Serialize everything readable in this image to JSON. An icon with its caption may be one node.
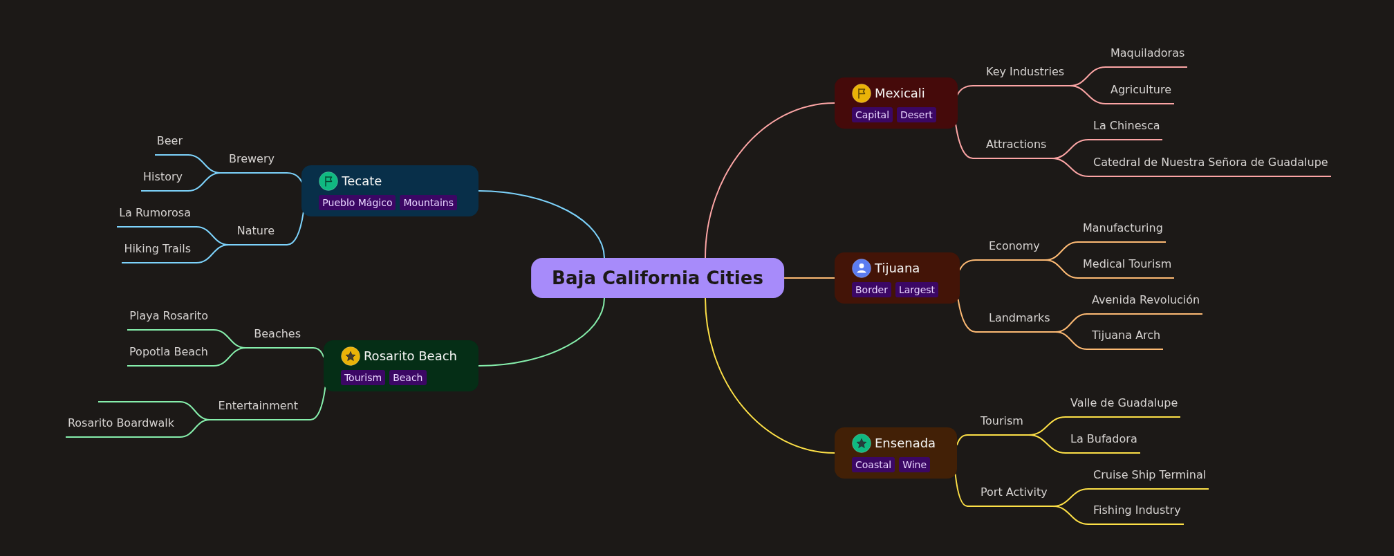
{
  "diagram": {
    "nodes": [
      {
        "text": [
          "Baja California Cities"
        ]
      },
      {
        "text": [
          "Mexicali"
        ]
      },
      {
        "text": [
          "Capital"
        ],
        "in": 1
      },
      {
        "text": [
          "Desert"
        ],
        "in": 1
      },
      {
        "text": [
          "Key Industries"
        ]
      },
      {
        "text": [
          "Maquiladoras"
        ]
      },
      {
        "text": [
          "Agriculture"
        ]
      },
      {
        "text": [
          "Attractions"
        ]
      },
      {
        "text": [
          "La Chinesca"
        ]
      },
      {
        "text": [
          "Catedral de Nuestra Señora de Guadalupe"
        ]
      },
      {
        "text": [
          "Tijuana"
        ]
      },
      {
        "text": [
          "Border"
        ],
        "in": 10
      },
      {
        "text": [
          "Largest"
        ],
        "in": 10
      },
      {
        "text": [
          "Economy"
        ]
      },
      {
        "text": [
          "Manufacturing"
        ]
      },
      {
        "text": [
          "Medical Tourism"
        ]
      },
      {
        "text": [
          "Landmarks"
        ]
      },
      {
        "text": [
          "Avenida Revolución"
        ]
      },
      {
        "text": [
          "Tijuana Arch"
        ]
      },
      {
        "text": [
          "Ensenada"
        ]
      },
      {
        "text": [
          "Coastal"
        ],
        "in": 19
      },
      {
        "text": [
          "Wine"
        ],
        "in": 19
      },
      {
        "text": [
          "Tourism"
        ]
      },
      {
        "text": [
          "Valle de Guadalupe"
        ]
      },
      {
        "text": [
          "La Bufadora"
        ]
      },
      {
        "text": [
          "Port Activity"
        ]
      },
      {
        "text": [
          "Cruise Ship Terminal"
        ]
      },
      {
        "text": [
          "Fishing Industry"
        ]
      },
      {
        "text": [
          "Tecate"
        ]
      },
      {
        "text": [
          "Pueblo Mágico"
        ],
        "in": 28
      },
      {
        "text": [
          "Mountains"
        ],
        "in": 28
      },
      {
        "text": [
          "Brewery"
        ]
      },
      {
        "text": [
          "Beer"
        ]
      },
      {
        "text": [
          "History"
        ]
      },
      {
        "text": [
          "Nature"
        ]
      },
      {
        "text": [
          "La Rumorosa"
        ]
      },
      {
        "text": [
          "Hiking Trails"
        ]
      },
      {
        "text": [
          "Rosarito Beach"
        ]
      },
      {
        "text": [
          "Tourism"
        ],
        "in": 37
      },
      {
        "text": [
          "Beach"
        ],
        "in": 37
      },
      {
        "text": [
          "Beaches"
        ]
      },
      {
        "text": [
          "Playa Rosarito"
        ]
      },
      {
        "text": [
          "Popotla Beach"
        ]
      },
      {
        "text": [
          "Entertainment"
        ]
      },
      {
        "text": [],
        "shape": "line"
      },
      {
        "text": [
          "Rosarito Boardwalk"
        ]
      }
    ],
    "edges": [
      {
        "from": 0,
        "to": 1,
        "arrow": "none",
        "color": "#fca5a5"
      },
      {
        "from": 1,
        "to": 4,
        "arrow": "none",
        "color": "#fca5a5"
      },
      {
        "from": 4,
        "to": 5,
        "arrow": "none",
        "color": "#fca5a5"
      },
      {
        "from": 4,
        "to": 6,
        "arrow": "none",
        "color": "#fca5a5"
      },
      {
        "from": 1,
        "to": 7,
        "arrow": "none",
        "color": "#fca5a5"
      },
      {
        "from": 7,
        "to": 8,
        "arrow": "none",
        "color": "#fca5a5"
      },
      {
        "from": 7,
        "to": 9,
        "arrow": "none",
        "color": "#fca5a5"
      },
      {
        "from": 0,
        "to": 10,
        "arrow": "none",
        "color": "#fdba74"
      },
      {
        "from": 10,
        "to": 13,
        "arrow": "none",
        "color": "#fdba74"
      },
      {
        "from": 13,
        "to": 14,
        "arrow": "none",
        "color": "#fdba74"
      },
      {
        "from": 13,
        "to": 15,
        "arrow": "none",
        "color": "#fdba74"
      },
      {
        "from": 10,
        "to": 16,
        "arrow": "none",
        "color": "#fdba74"
      },
      {
        "from": 16,
        "to": 17,
        "arrow": "none",
        "color": "#fdba74"
      },
      {
        "from": 16,
        "to": 18,
        "arrow": "none",
        "color": "#fdba74"
      },
      {
        "from": 0,
        "to": 19,
        "arrow": "none",
        "color": "#fde047"
      },
      {
        "from": 19,
        "to": 22,
        "arrow": "none",
        "color": "#fde047"
      },
      {
        "from": 22,
        "to": 23,
        "arrow": "none",
        "color": "#fde047"
      },
      {
        "from": 22,
        "to": 24,
        "arrow": "none",
        "color": "#fde047"
      },
      {
        "from": 19,
        "to": 25,
        "arrow": "none",
        "color": "#fde047"
      },
      {
        "from": 25,
        "to": 26,
        "arrow": "none",
        "color": "#fde047"
      },
      {
        "from": 25,
        "to": 27,
        "arrow": "none",
        "color": "#fde047"
      },
      {
        "from": 0,
        "to": 28,
        "arrow": "none",
        "color": "#7dd3fc"
      },
      {
        "from": 28,
        "to": 31,
        "arrow": "none",
        "color": "#7dd3fc"
      },
      {
        "from": 31,
        "to": 32,
        "arrow": "none",
        "color": "#7dd3fc"
      },
      {
        "from": 31,
        "to": 33,
        "arrow": "none",
        "color": "#7dd3fc"
      },
      {
        "from": 28,
        "to": 34,
        "arrow": "none",
        "color": "#7dd3fc"
      },
      {
        "from": 34,
        "to": 35,
        "arrow": "none",
        "color": "#7dd3fc"
      },
      {
        "from": 34,
        "to": 36,
        "arrow": "none",
        "color": "#7dd3fc"
      },
      {
        "from": 0,
        "to": 37,
        "arrow": "none",
        "color": "#86efac"
      },
      {
        "from": 37,
        "to": 40,
        "arrow": "none",
        "color": "#86efac"
      },
      {
        "from": 40,
        "to": 41,
        "arrow": "none",
        "color": "#86efac"
      },
      {
        "from": 40,
        "to": 42,
        "arrow": "none",
        "color": "#86efac"
      },
      {
        "from": 37,
        "to": 43,
        "arrow": "none",
        "color": "#86efac"
      },
      {
        "from": 43,
        "to": 44,
        "arrow": "none",
        "color": "#86efac"
      },
      {
        "from": 43,
        "to": 45,
        "arrow": "none",
        "color": "#86efac"
      }
    ]
  }
}
